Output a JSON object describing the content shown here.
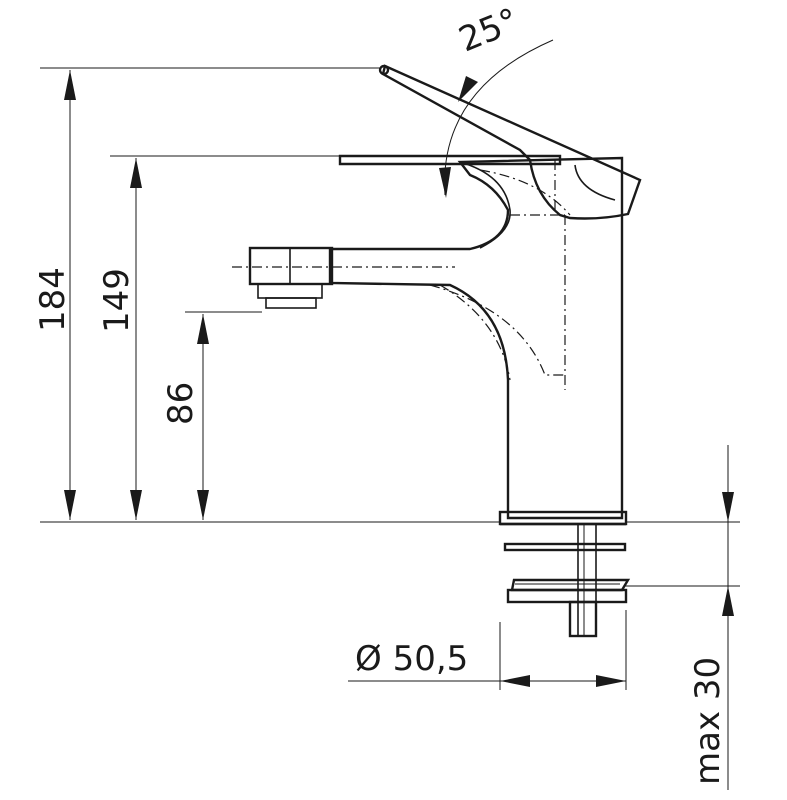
{
  "dimensions": {
    "height_total": "184",
    "height_lever": "149",
    "height_spout": "86",
    "lever_angle": "25°",
    "diameter": "Ø 50,5",
    "max_thickness": "max 30"
  },
  "colors": {
    "line": "#1a1a1a",
    "background": "#ffffff"
  }
}
